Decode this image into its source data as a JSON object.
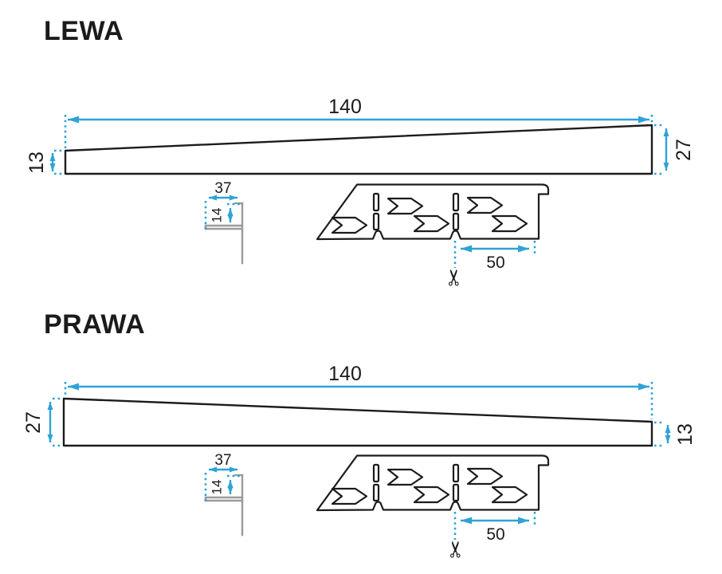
{
  "drawing": {
    "type": "technical-dimension-drawing",
    "units_implied": "mm"
  },
  "colors": {
    "dimension_blue": "#2fa2d6",
    "outline_black": "#1c1c1c",
    "profile_gray": "#9b9b9b"
  },
  "icons": {
    "scissors": "✂"
  },
  "sections": [
    {
      "title": "LEWA",
      "length": "140",
      "left_height": "13",
      "right_height": "27",
      "profile_width": "37",
      "profile_depth": "14",
      "cut_segment": "50"
    },
    {
      "title": "PRAWA",
      "length": "140",
      "left_height": "27",
      "right_height": "13",
      "profile_width": "37",
      "profile_depth": "14",
      "cut_segment": "50"
    }
  ]
}
